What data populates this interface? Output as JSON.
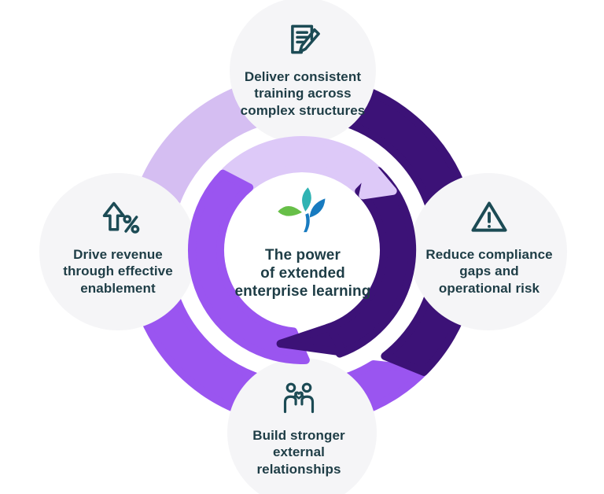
{
  "center": {
    "title": "The power\nof extended\nenterprise learning",
    "logo": "three-leaf-logo"
  },
  "nodes": [
    {
      "position": "top",
      "icon": "document-pencil-icon",
      "label": "Deliver consistent\ntraining across\ncomplex structures"
    },
    {
      "position": "right",
      "icon": "warning-triangle-icon",
      "label": "Reduce compliance\ngaps and\noperational risk"
    },
    {
      "position": "bottom",
      "icon": "people-heart-icon",
      "label": "Build stronger\nexternal\nrelationships"
    },
    {
      "position": "left",
      "icon": "arrow-up-percent-icon",
      "label": "Drive revenue\nthrough effective\nenablement"
    }
  ],
  "colors": {
    "background": "#ffffff",
    "node_fill": "#f5f5f7",
    "lavender_outer": "#d5bef2",
    "lavender_inner": "#ddc9f8",
    "medium_purple": "#9a55f0",
    "dark_purple": "#3c1277",
    "label_text": "#1e3d46",
    "icon_stroke": "#1c4b55",
    "leaf_teal": "#2fb3b3",
    "leaf_green": "#67bf48",
    "leaf_blue": "#187bc0",
    "center_fill": "#ffffff"
  }
}
